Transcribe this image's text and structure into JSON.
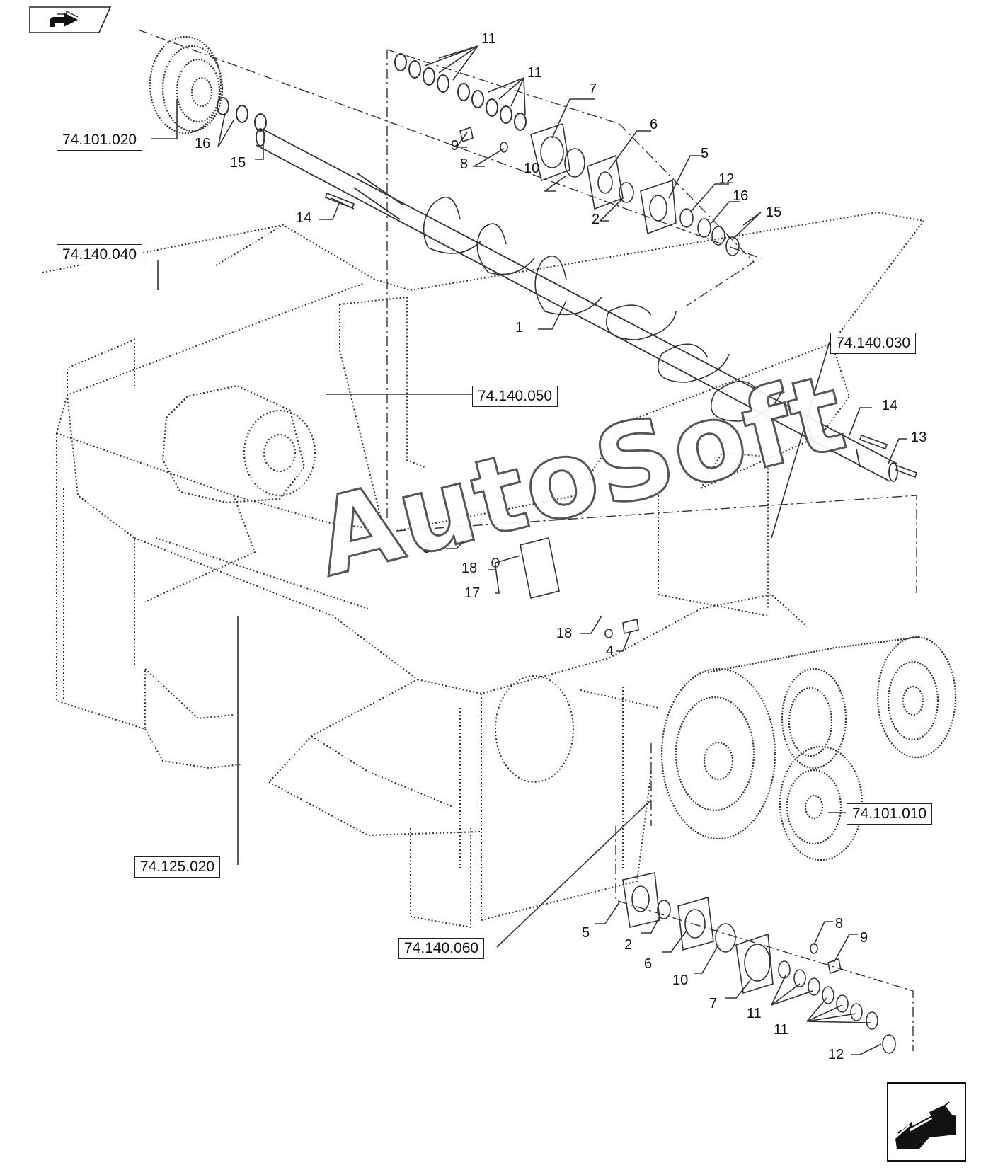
{
  "watermark": {
    "text": "AutoSoft"
  },
  "navigation": {
    "top_icon": "back-arrow-icon",
    "bottom_icon": "next-arrow-icon"
  },
  "reference_boxes": {
    "r1": "74.101.020",
    "r2": "74.140.040",
    "r3": "74.140.050",
    "r4": "74.140.030",
    "r5": "74.125.020",
    "r6": "74.101.010",
    "r7": "74.140.060"
  },
  "callouts": {
    "c_11a": "11",
    "c_11b": "11",
    "c_7a": "7",
    "c_6a": "6",
    "c_9a": "9",
    "c_8a": "8",
    "c_10a": "10",
    "c_5a": "5",
    "c_12a": "12",
    "c_16a": "16",
    "c_2a": "2",
    "c_15a": "15",
    "c_16b": "16",
    "c_15b": "15",
    "c_14a": "14",
    "c_1": "1",
    "c_14b": "14",
    "c_13": "13",
    "c_3": "3",
    "c_18a": "18",
    "c_17": "17",
    "c_18b": "18",
    "c_4": "4",
    "c_8b": "8",
    "c_9b": "9",
    "c_5b": "5",
    "c_2b": "2",
    "c_6b": "6",
    "c_10b": "10",
    "c_7b": "7",
    "c_11c": "11",
    "c_11d": "11",
    "c_12b": "12"
  }
}
